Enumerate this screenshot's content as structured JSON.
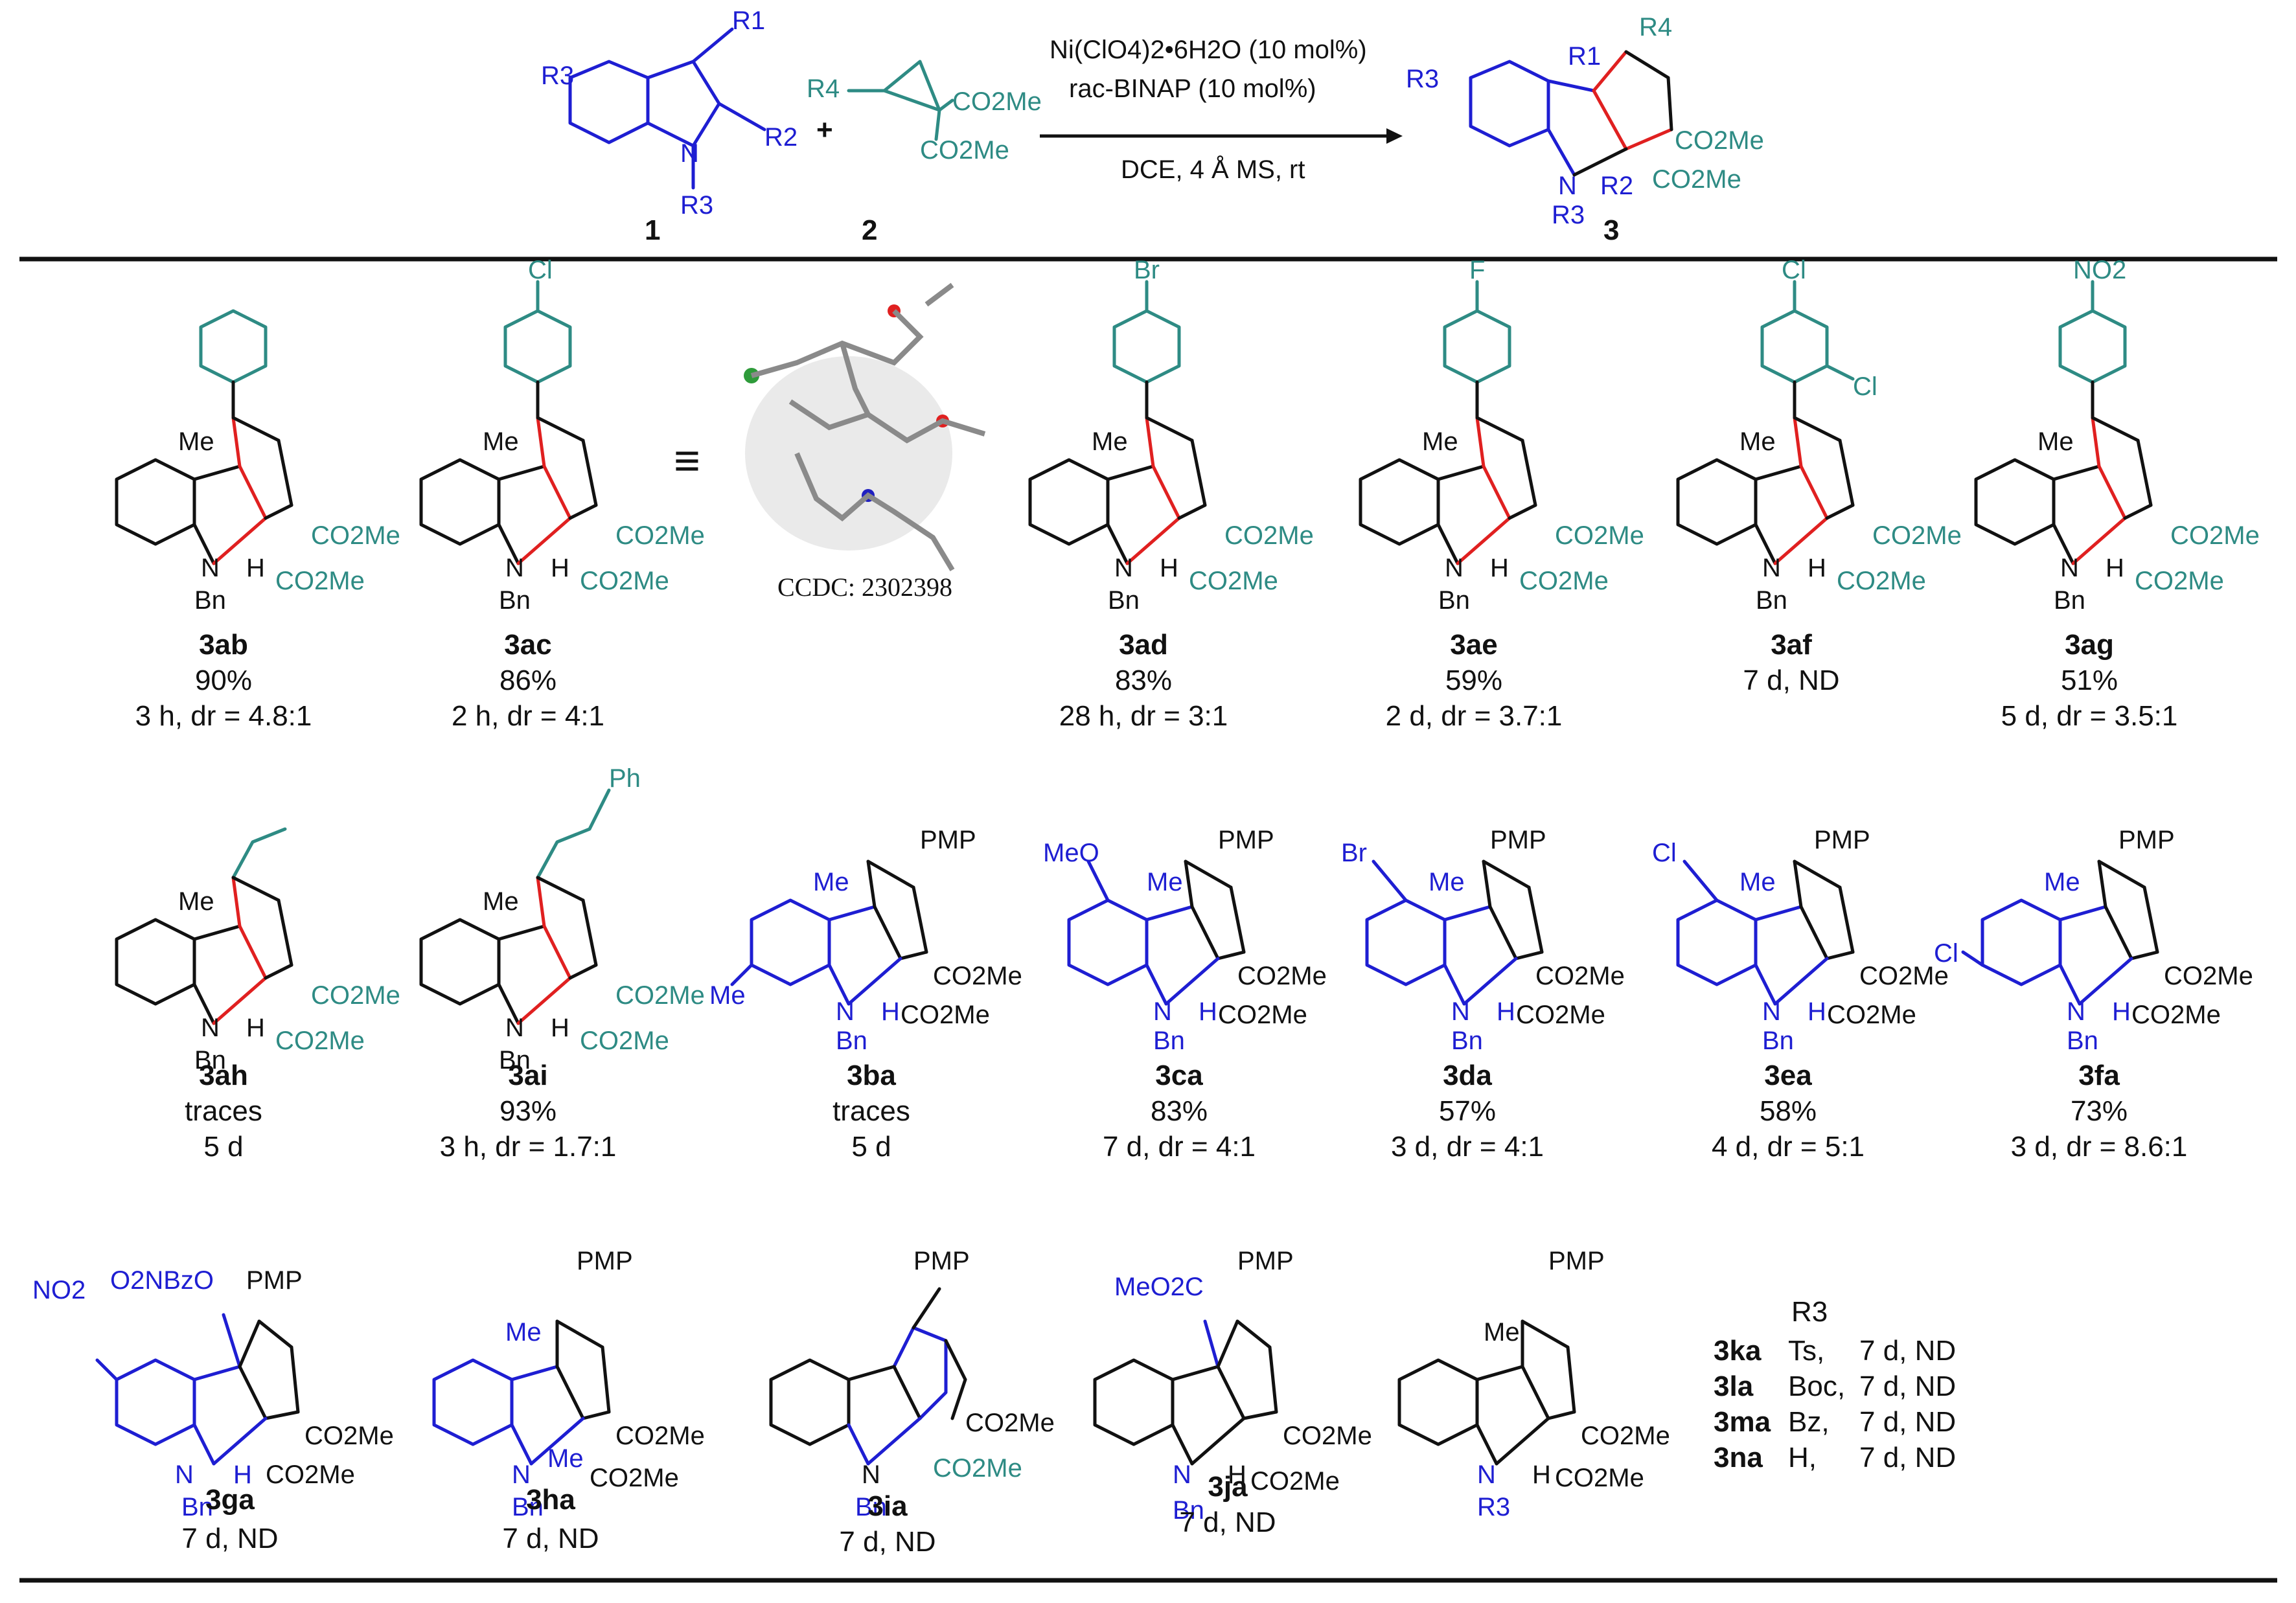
{
  "scheme": {
    "reactant1_label": "1",
    "reactant2_label": "2",
    "product_label": "3",
    "plus": "+",
    "conditions_line1": "Ni(ClO4)2•6H2O (10 mol%)",
    "conditions_line2": "rac-BINAP (10 mol%)",
    "conditions_line3": "DCE, 4 Å MS, rt",
    "ccdc": "CCDC: 2302398"
  },
  "atoms": {
    "R1": "R1",
    "R2": "R2",
    "R3": "R3",
    "R4": "R4",
    "N": "N",
    "Bn": "Bn",
    "H": "H",
    "Me": "Me",
    "CO2Me": "CO2Me",
    "PMP": "PMP",
    "Cl": "Cl",
    "Br": "Br",
    "F": "F",
    "NO2": "NO2",
    "Ph": "Ph",
    "MeO": "MeO",
    "O2NBzO": "O2NBzO",
    "MeO2C": "MeO2C",
    "equiv": "≡"
  },
  "compounds": [
    {
      "id": "3ab",
      "yield": "90%",
      "cond": "3 h, dr = 4.8:1"
    },
    {
      "id": "3ac",
      "yield": "86%",
      "cond": "2 h, dr = 4:1"
    },
    {
      "id": "3ad",
      "yield": "83%",
      "cond": "28 h, dr = 3:1"
    },
    {
      "id": "3ae",
      "yield": "59%",
      "cond": "2 d, dr = 3.7:1"
    },
    {
      "id": "3af",
      "yield": "",
      "cond": "7 d, ND"
    },
    {
      "id": "3ag",
      "yield": "51%",
      "cond": "5 d, dr = 3.5:1"
    },
    {
      "id": "3ah",
      "yield": "traces",
      "cond": "5 d"
    },
    {
      "id": "3ai",
      "yield": "93%",
      "cond": "3 h, dr = 1.7:1"
    },
    {
      "id": "3ba",
      "yield": "traces",
      "cond": "5 d"
    },
    {
      "id": "3ca",
      "yield": "83%",
      "cond": "7 d, dr = 4:1"
    },
    {
      "id": "3da",
      "yield": "57%",
      "cond": "3 d, dr = 4:1"
    },
    {
      "id": "3ea",
      "yield": "58%",
      "cond": "4 d, dr = 5:1"
    },
    {
      "id": "3fa",
      "yield": "73%",
      "cond": "3 d, dr = 8.6:1"
    },
    {
      "id": "3ga",
      "yield": "",
      "cond": "7 d, ND"
    },
    {
      "id": "3ha",
      "yield": "",
      "cond": "7 d, ND"
    },
    {
      "id": "3ia",
      "yield": "",
      "cond": "7 d, ND"
    },
    {
      "id": "3ja",
      "yield": "",
      "cond": "7 d, ND"
    }
  ],
  "r3_table": {
    "header": "R3",
    "rows": [
      {
        "id": "3ka",
        "r3": "Ts,",
        "cond": "7 d, ND"
      },
      {
        "id": "3la",
        "r3": "Boc,",
        "cond": "7 d, ND"
      },
      {
        "id": "3ma",
        "r3": "Bz,",
        "cond": "7 d, ND"
      },
      {
        "id": "3na",
        "r3": "H,",
        "cond": "7 d, ND"
      }
    ]
  }
}
